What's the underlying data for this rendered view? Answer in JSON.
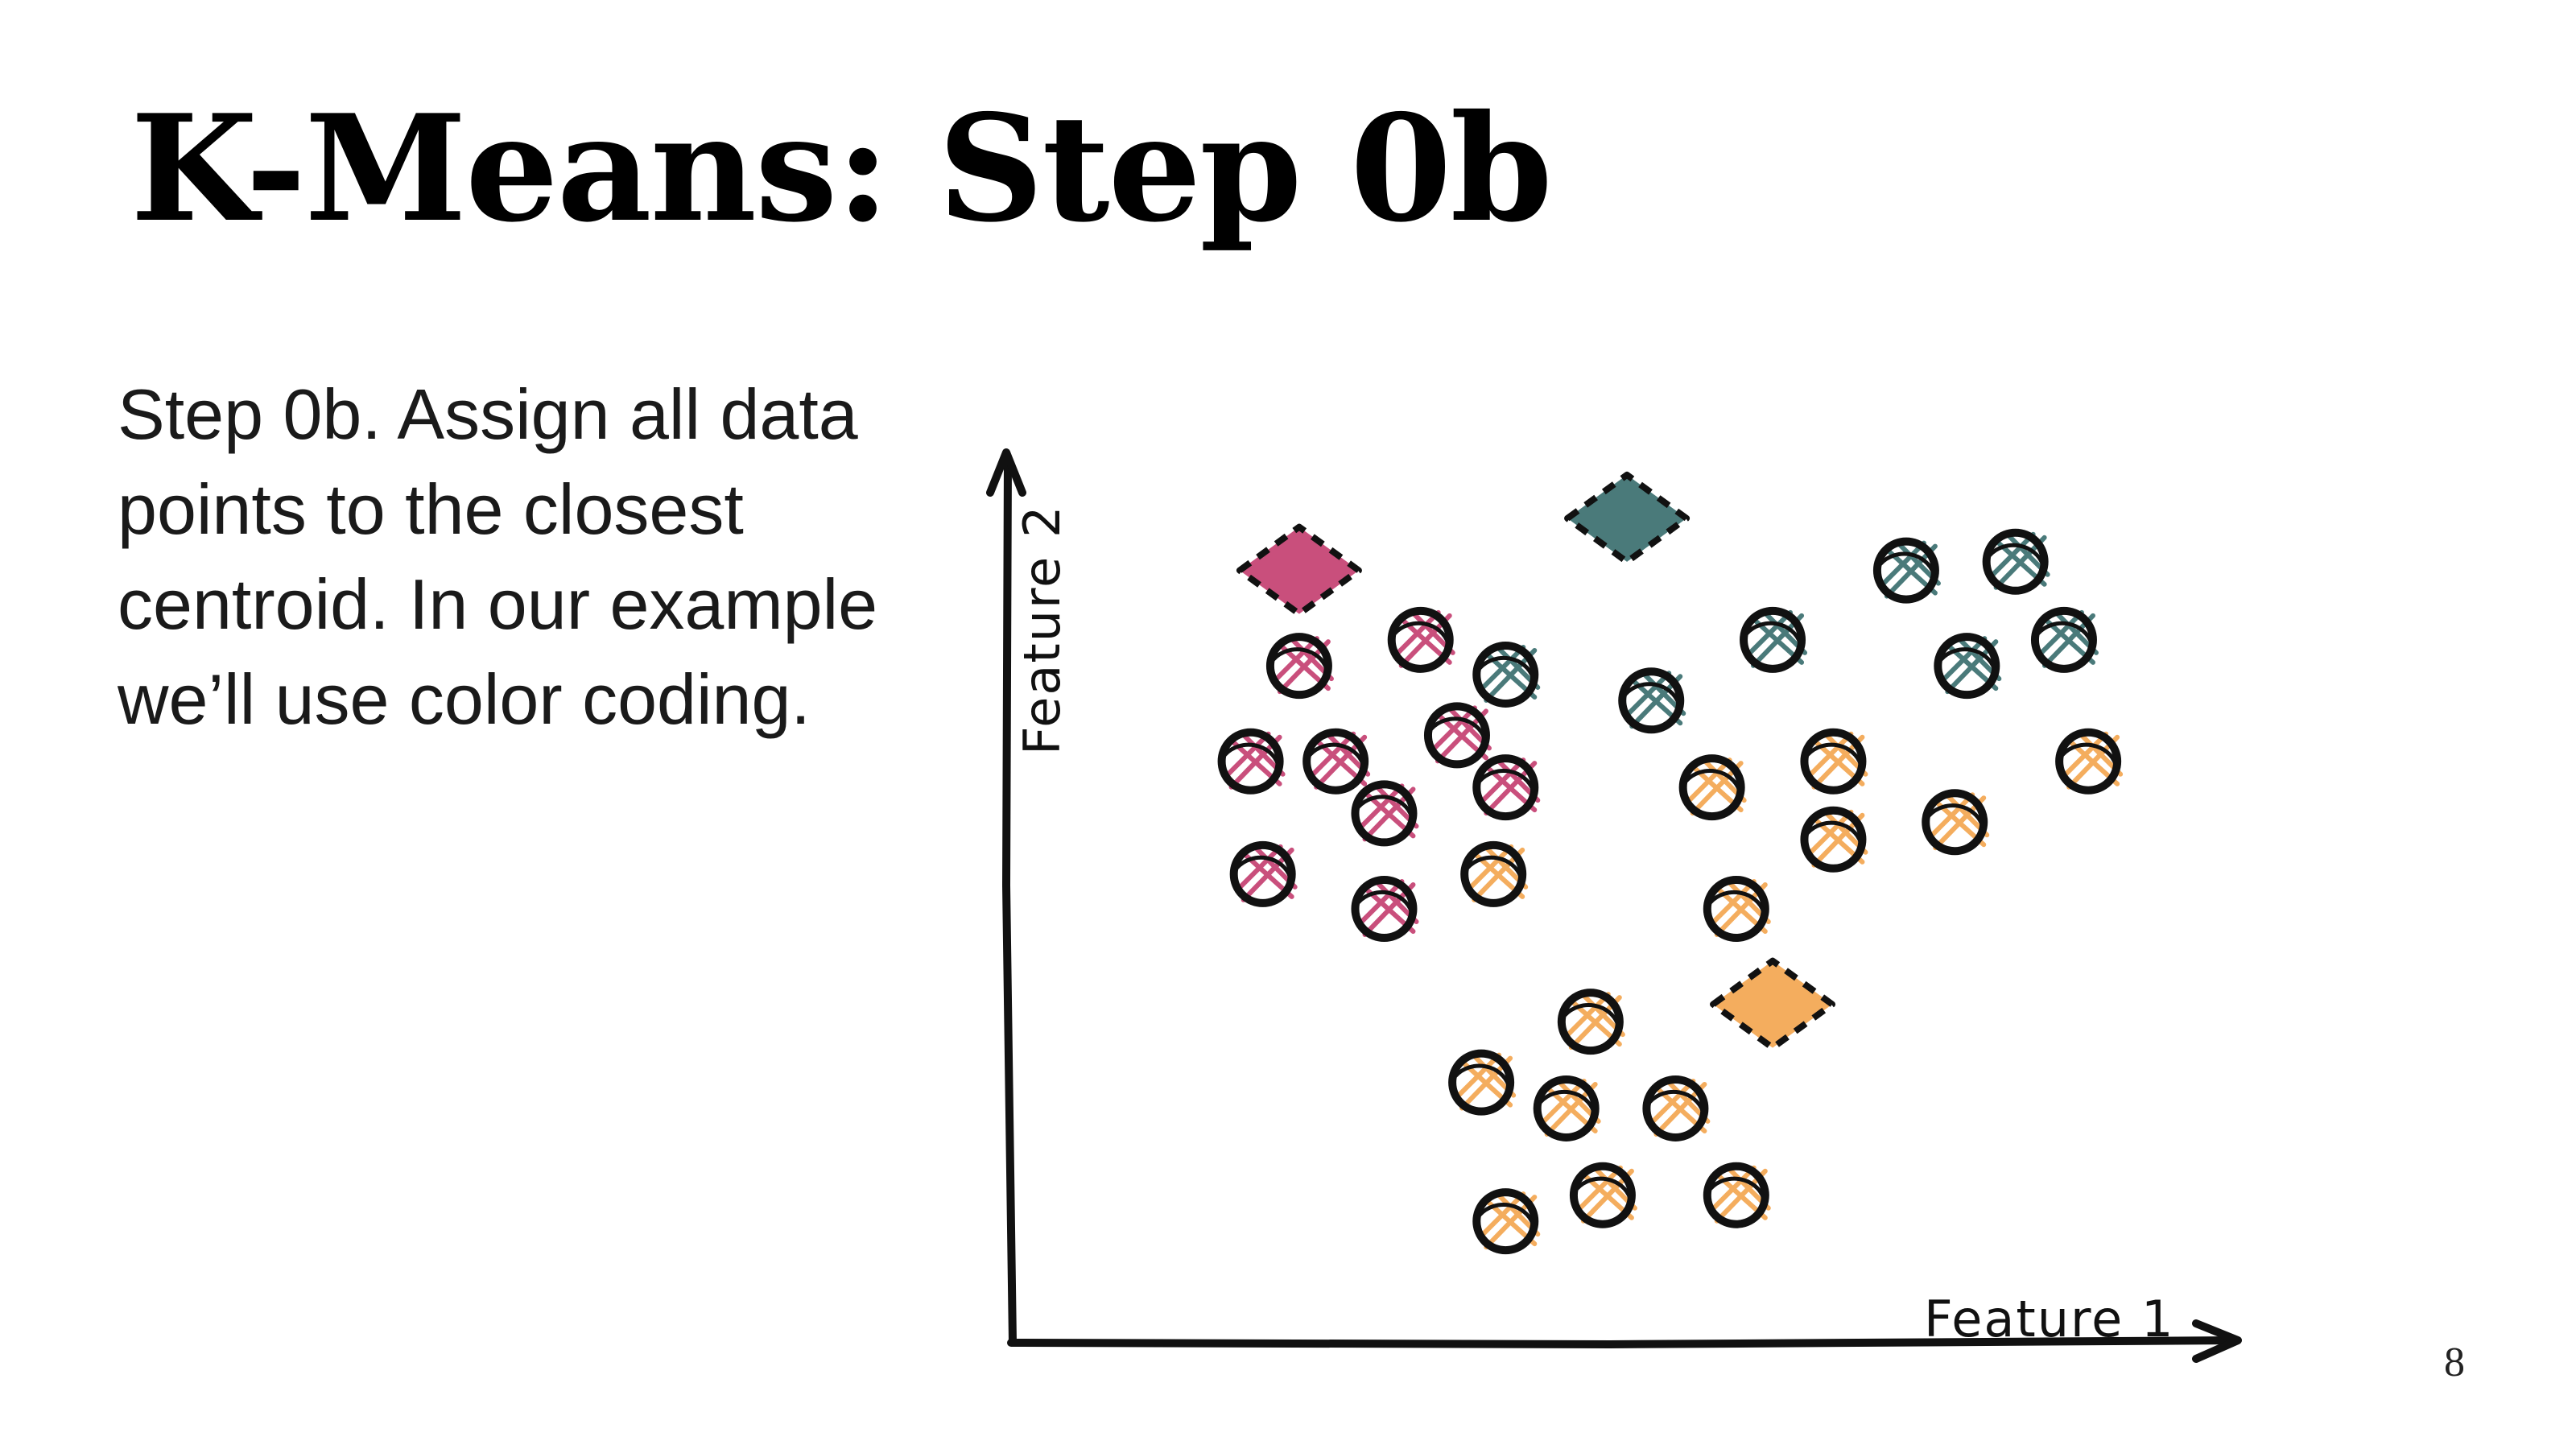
{
  "title": "K-Means: Step 0b",
  "description": "Step 0b. Assign all data points to the closest centroid. In our example we’ll use color coding.",
  "page_number": "8",
  "colors": {
    "pink": "#c94f7c",
    "teal": "#4a7a7a",
    "orange": "#f4ad5e",
    "outline": "#111111"
  },
  "chart_data": {
    "type": "scatter",
    "xlabel": "Feature 1",
    "ylabel": "Feature 2",
    "xlim": [
      0,
      100
    ],
    "ylim": [
      0,
      100
    ],
    "grid": false,
    "series": [
      {
        "name": "",
        "role": "centroid",
        "cluster": "pink",
        "marker": "diamond",
        "points": [
          [
            24,
            89
          ]
        ]
      },
      {
        "name": "",
        "role": "centroid",
        "cluster": "teal",
        "marker": "diamond",
        "points": [
          [
            51,
            95
          ]
        ]
      },
      {
        "name": "",
        "role": "centroid",
        "cluster": "orange",
        "marker": "diamond",
        "points": [
          [
            63,
            39
          ]
        ]
      },
      {
        "name": "",
        "role": "data",
        "cluster": "pink",
        "marker": "circle",
        "points": [
          [
            24,
            78
          ],
          [
            34,
            81
          ],
          [
            20,
            67
          ],
          [
            27,
            67
          ],
          [
            31,
            61
          ],
          [
            37,
            70
          ],
          [
            41,
            64
          ],
          [
            21,
            54
          ],
          [
            31,
            50
          ]
        ]
      },
      {
        "name": "",
        "role": "data",
        "cluster": "teal",
        "marker": "circle",
        "points": [
          [
            41,
            77
          ],
          [
            53,
            74
          ],
          [
            63,
            81
          ],
          [
            74,
            89
          ],
          [
            83,
            90
          ],
          [
            79,
            78
          ],
          [
            87,
            81
          ]
        ]
      },
      {
        "name": "",
        "role": "data",
        "cluster": "orange",
        "marker": "circle",
        "points": [
          [
            40,
            54
          ],
          [
            58,
            64
          ],
          [
            68,
            67
          ],
          [
            68,
            58
          ],
          [
            78,
            60
          ],
          [
            89,
            67
          ],
          [
            60,
            50
          ],
          [
            48,
            37
          ],
          [
            39,
            30
          ],
          [
            46,
            27
          ],
          [
            55,
            27
          ],
          [
            41,
            14
          ],
          [
            49,
            17
          ],
          [
            60,
            17
          ]
        ]
      }
    ]
  }
}
